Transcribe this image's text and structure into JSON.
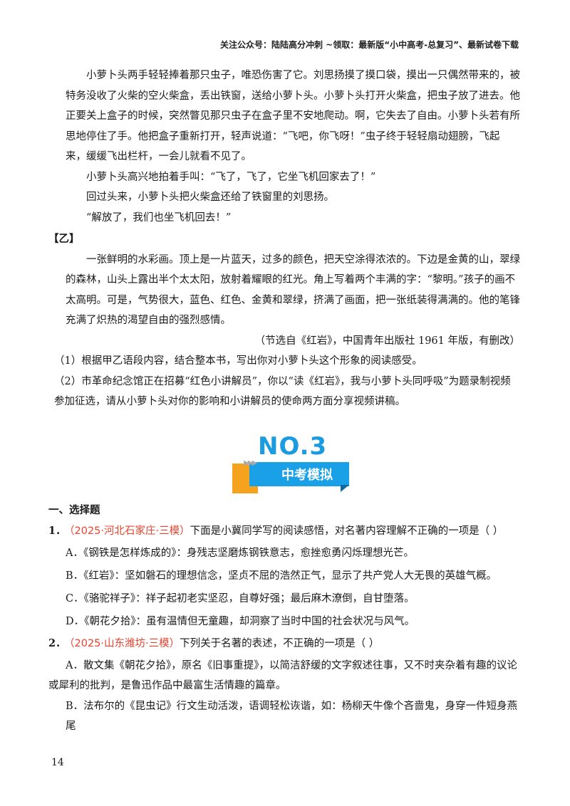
{
  "header": "关注公众号：陆陆高分冲刺  ~领取：最新版“小中高考-总复习”、最新试卷下载",
  "passage_jia": [
    "小萝卜头两手轻轻捧着那只虫子，唯恐伤害了它。刘思扬摸了摸口袋，摸出一只偶然带来的，被特务没收了火柴的空火柴盒，丢出铁窗，送给小萝卜头。小萝卜头打开火柴盒，把虫子放了进去。他正要关上盒子的时候，突然瞥见那只虫子在盒子里不安地爬动。啊，它失去了自由。小萝卜头若有所思地停住了手。他把盒子重新打开，轻声说道：“飞吧，你飞呀！”虫子终于轻轻扇动翅膀，飞起来，缓缓飞出栏杆，一会儿就看不见了。",
    "小萝卜头高兴地拍着手叫：“飞了，飞了，它坐飞机回家去了！”",
    "回过头来，小萝卜头把火柴盒还给了铁窗里的刘思扬。",
    "“解放了，我们也坐飞机回去！”"
  ],
  "label_yi": "【乙】",
  "passage_yi": "一张鲜明的水彩画。顶上是一片蓝天，过多的颜色，把天空涂得浓浓的。下边是金黄的山，翠绿的森林，山头上露出半个太太阳，放射着耀眼的红光。角上写着两个丰满的字：“黎明。”孩子的画不太高明。可是，气势很大，蓝色、红色、金黄和翠绿，挤满了画面，把一张纸装得满满的。他的笔锋充满了炽热的渴望自由的强烈感情。",
  "source": "（节选自《红岩》，中国青年出版社 1961 年版，有删改）",
  "tasks": [
    "（1）根据甲乙语段内容，结合整本书，写出你对小萝卜头这个形象的阅读感受。",
    "（2）市革命纪念馆正在招募“红色小讲解员”，你以“读《红岩》，我与小萝卜头同呼吸”为题录制视频参加征选，请从小萝卜头对你的影响和小讲解员的使命两方面分享视频讲稿。"
  ],
  "banner": {
    "number": "NO.3",
    "label": "中考模拟"
  },
  "section_title": "一、选择题",
  "q1": {
    "num": "1．",
    "tag": "（2025·河北石家庄·三模）",
    "stem": "下面是小冀同学写的阅读感悟，对名著内容理解不正确的一项是（    ）",
    "options": [
      "A．《钢铁是怎样炼成的》：身残志坚磨炼钢铁意志，愈挫愈勇闪烁理想光芒。",
      "B．《红岩》：坚如磐石的理想信念，坚贞不屈的浩然正气，显示了共产党人大无畏的英雄气概。",
      "C．《骆驼祥子》：祥子起初老实坚忍，自尊好强；最后麻木潦倒，自甘堕落。",
      "D．《朝花夕拾》：虽有温情但无童趣，却洞察了当时中国的社会状况与风气。"
    ]
  },
  "q2": {
    "num": "2．",
    "tag": "（2025·山东潍坊·三模）",
    "stem": "下列关于名著的表述，不正确的一项是（    ）",
    "optA": "A．散文集《朝花夕拾》，原名《旧事重提》，以简洁舒缓的文字叙述往事，又不时夹杂着有趣的议论",
    "optA2": "或犀利的批判，是鲁迅作品中最富生活情趣的篇章。",
    "optB": "B．法布尔的《昆虫记》行文生动活泼，语调轻松诙谐，如：杨柳天牛像个吝啬鬼，身穿一件短身燕尾"
  },
  "page_number": "14"
}
